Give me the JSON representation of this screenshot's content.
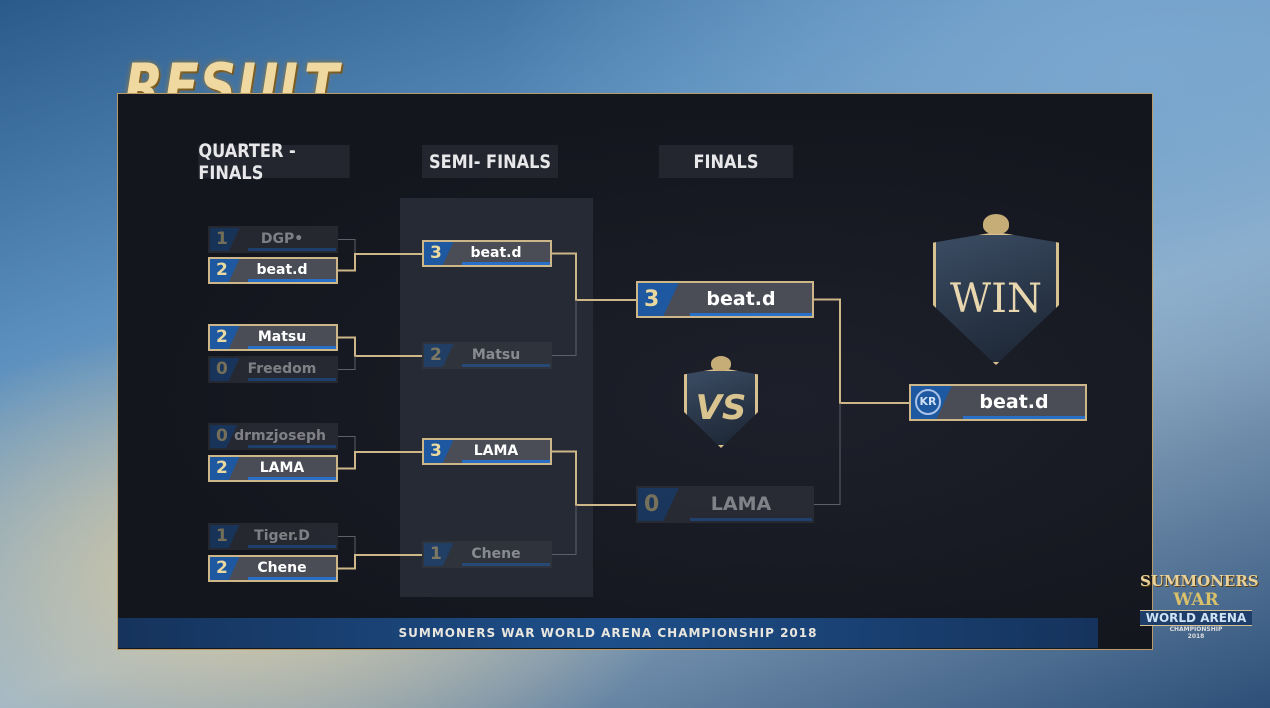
{
  "title": "RESULT",
  "headers": {
    "quarter": "QUARTER - FINALS",
    "semi": "SEMI- FINALS",
    "finals": "FINALS"
  },
  "quarter_finals": [
    {
      "score": "1",
      "name": "DGP•",
      "winner": false
    },
    {
      "score": "2",
      "name": "beat.d",
      "winner": true
    },
    {
      "score": "2",
      "name": "Matsu",
      "winner": true
    },
    {
      "score": "0",
      "name": "Freedom",
      "winner": false
    },
    {
      "score": "0",
      "name": "drmzjoseph",
      "winner": false
    },
    {
      "score": "2",
      "name": "LAMA",
      "winner": true
    },
    {
      "score": "1",
      "name": "Tiger.D",
      "winner": false
    },
    {
      "score": "2",
      "name": "Chene",
      "winner": true
    }
  ],
  "semi_finals": [
    {
      "score": "3",
      "name": "beat.d",
      "winner": true
    },
    {
      "score": "2",
      "name": "Matsu",
      "winner": false
    },
    {
      "score": "3",
      "name": "LAMA",
      "winner": true
    },
    {
      "score": "1",
      "name": "Chene",
      "winner": false
    }
  ],
  "finals": [
    {
      "score": "3",
      "name": "beat.d",
      "winner": true
    },
    {
      "score": "0",
      "name": "LAMA",
      "winner": false
    }
  ],
  "champion": {
    "region": "KR",
    "name": "beat.d"
  },
  "badges": {
    "win": "WIN",
    "vs": "VS"
  },
  "footer": "SUMMONERS WAR WORLD ARENA CHAMPIONSHIP 2018",
  "logo": {
    "line1": "SUMMONERS",
    "line2": "WAR",
    "line3": "WORLD ARENA",
    "line4": "CHAMPIONSHIP",
    "line5": "2018"
  }
}
